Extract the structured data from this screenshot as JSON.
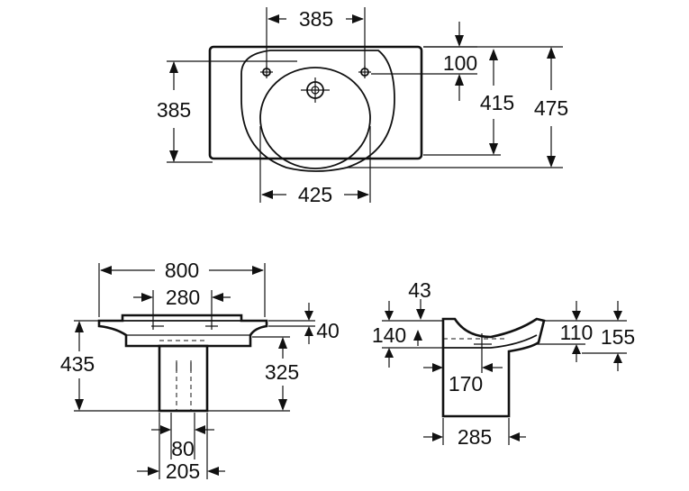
{
  "top_view": {
    "width_between_holes": "385",
    "depth_hole_to_hole": "385",
    "tap_offset": "100",
    "bowl_depth": "415",
    "overall_depth": "475",
    "bowl_width": "425"
  },
  "front_view": {
    "overall_width": "800",
    "fixing_spacing": "280",
    "rim_thickness": "40",
    "overall_height": "435",
    "pedestal_height": "325",
    "pedestal_inner_width": "80",
    "pedestal_outer_width": "205"
  },
  "side_view": {
    "wall_gap": "43",
    "waste_height": "140",
    "bowl_height": "110",
    "overall_height": "155",
    "waste_offset": "170",
    "pedestal_depth": "285"
  }
}
